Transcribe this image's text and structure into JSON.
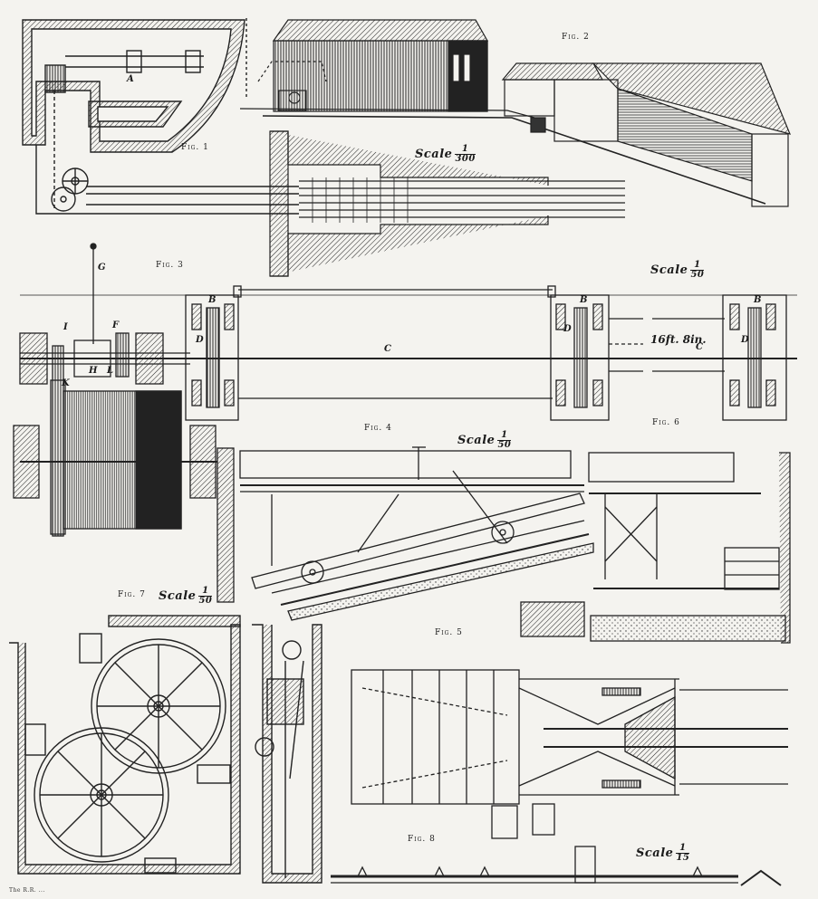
{
  "figures": {
    "fig1": "Fig. 1",
    "fig2": "Fig. 2",
    "fig3": "Fig. 3",
    "fig4": "Fig. 4",
    "fig5": "Fig. 5",
    "fig6": "Fig. 6",
    "fig7": "Fig. 7",
    "fig8": "Fig. 8"
  },
  "scales": {
    "s300": {
      "word": "Scale",
      "num": "1",
      "den": "300"
    },
    "s50a": {
      "word": "Scale",
      "num": "1",
      "den": "50"
    },
    "s50b": {
      "word": "Scale",
      "num": "1",
      "den": "50"
    },
    "s50c": {
      "word": "Scale",
      "num": "1",
      "den": "50"
    },
    "s15": {
      "word": "Scale",
      "num": "1",
      "den": "15"
    }
  },
  "letters": {
    "a": "A",
    "g": "G",
    "i": "I",
    "f": "F",
    "h": "H",
    "l": "L",
    "k": "K",
    "b1": "B",
    "d1": "D",
    "c1": "C",
    "b2": "B",
    "d2": "D",
    "b3": "B",
    "d3": "D",
    "c2": "C"
  },
  "dimension": "16ft. 8in.",
  "credit": "The R.R. ..."
}
